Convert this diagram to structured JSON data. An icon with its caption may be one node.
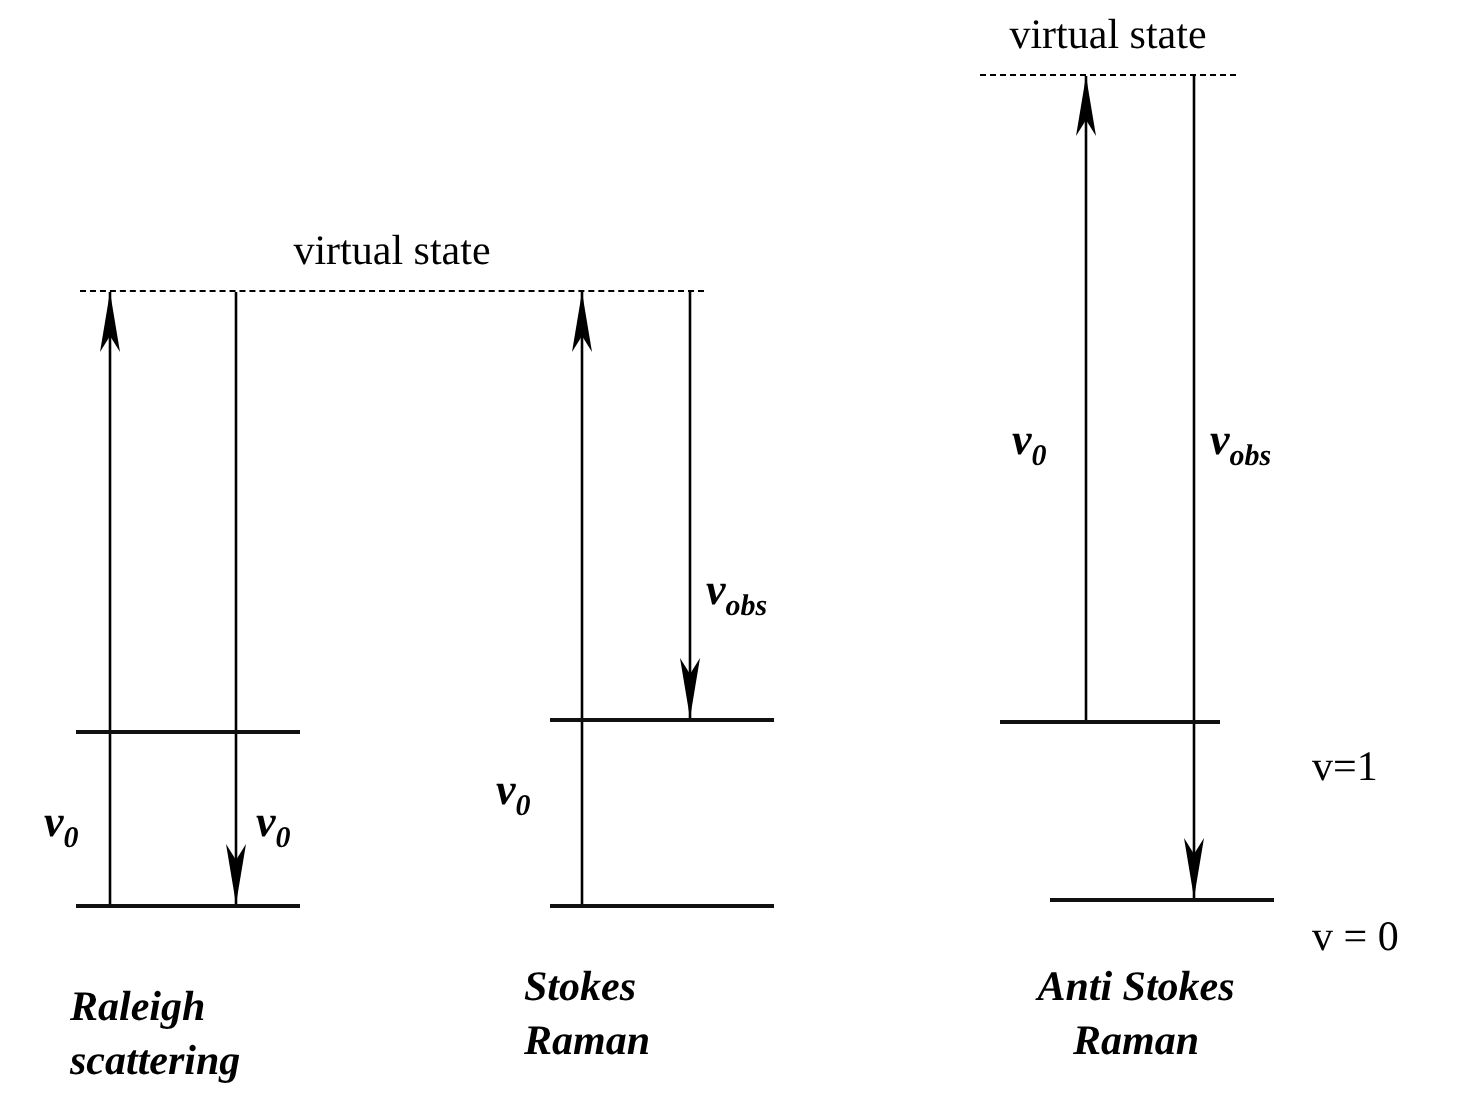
{
  "diagram": {
    "nodes": [
      {
        "text": [
          "virtual state"
        ]
      },
      {
        "text": [],
        "shape": "bar"
      },
      {
        "text": [],
        "shape": "bar"
      },
      {
        "text": [],
        "shape": "bar"
      },
      {
        "text": [],
        "shape": "bar"
      },
      {
        "text": [
          "virtual state"
        ]
      },
      {
        "text": [],
        "shape": "bar",
        "beside": [
          "v=1"
        ]
      },
      {
        "text": [],
        "shape": "bar",
        "beside": [
          "v = 0"
        ]
      }
    ],
    "edges": [
      {
        "from": 2,
        "to": 0,
        "arrow": "to",
        "label": "v$_{0}$"
      },
      {
        "from": 0,
        "to": 2,
        "arrow": "to",
        "label": "v$_{0}$"
      },
      {
        "from": 4,
        "to": 0,
        "arrow": "to",
        "label": "v$_{0}$"
      },
      {
        "from": 0,
        "to": 3,
        "arrow": "to",
        "label": "v$_{obs}$"
      },
      {
        "from": 6,
        "to": 5,
        "arrow": "to",
        "label": "v$_{0}$"
      },
      {
        "from": 5,
        "to": 7,
        "arrow": "to",
        "label": "v$_{obs}$"
      }
    ],
    "labels": [
      "Raleigh scattering",
      "Stokes Raman",
      "Anti Stokes Raman"
    ]
  }
}
